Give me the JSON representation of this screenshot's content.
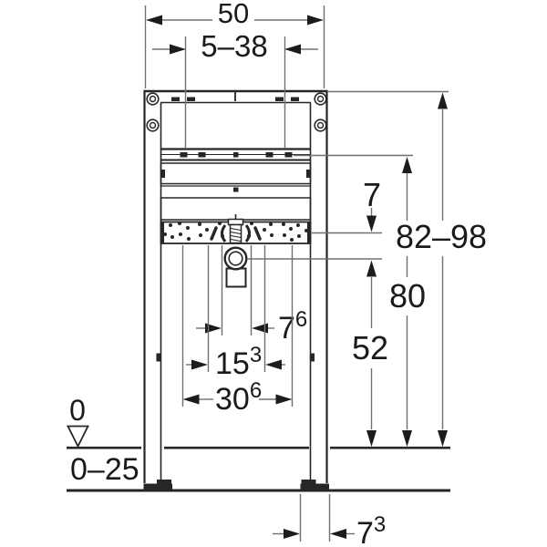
{
  "colors": {
    "line": "#262626",
    "dimension_line": "#707070",
    "text": "#1a1a1a",
    "background": "#ffffff"
  },
  "labels": {
    "frame_width": "50",
    "tap_connection_range": "5–38",
    "top_offset": "7",
    "frame_height_range": "82–98",
    "rail_height": "80",
    "drain_center_height": "52",
    "drain_offset": {
      "base": "7",
      "sup": "6"
    },
    "fixing_distance": {
      "base": "15",
      "sup": "3"
    },
    "fixing_width": {
      "base": "30",
      "sup": "6"
    },
    "floor_level_zero": "0",
    "floor_adjust_range": "0–25",
    "foot_width": {
      "base": "7",
      "sup": "3"
    }
  }
}
